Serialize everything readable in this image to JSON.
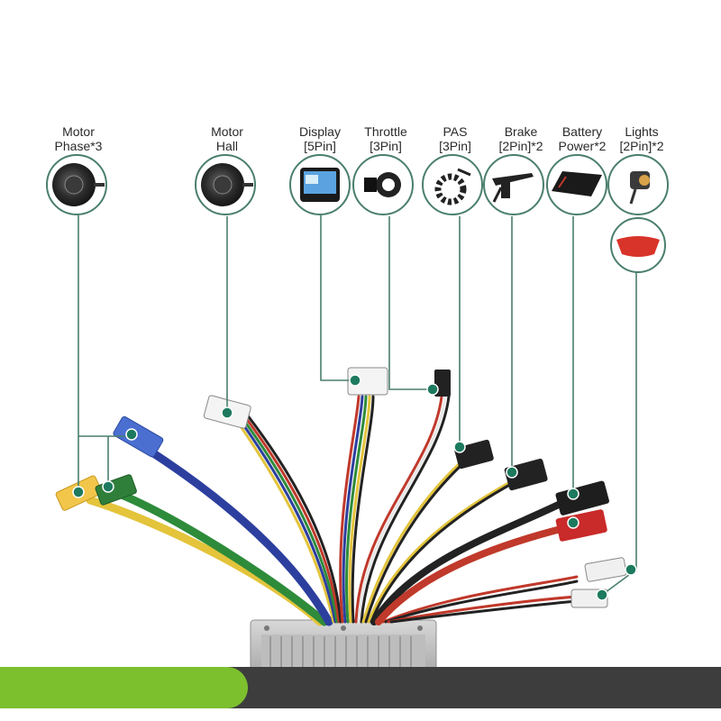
{
  "components": [
    {
      "id": "motor-phase",
      "line1": "Motor",
      "line2": "Phase*3",
      "icon": "hub-motor-icon"
    },
    {
      "id": "motor-hall",
      "line1": "Motor",
      "line2": "Hall",
      "icon": "hub-motor-icon"
    },
    {
      "id": "display",
      "line1": "Display",
      "line2": "[5Pin]",
      "icon": "lcd-display-icon"
    },
    {
      "id": "throttle",
      "line1": "Throttle",
      "line2": "[3Pin]",
      "icon": "thumb-throttle-icon"
    },
    {
      "id": "pas",
      "line1": "PAS",
      "line2": "[3Pin]",
      "icon": "pas-sensor-icon"
    },
    {
      "id": "brake",
      "line1": "Brake",
      "line2": "[2Pin]*2",
      "icon": "brake-lever-icon"
    },
    {
      "id": "battery",
      "line1": "Battery",
      "line2": "Power*2",
      "icon": "battery-pack-icon"
    },
    {
      "id": "lights",
      "line1": "Lights",
      "line2": "[2Pin]*2",
      "icon": "headlight-icon"
    }
  ],
  "extra_icons": [
    "tail-light-icon"
  ],
  "colors": {
    "leader_line": "#4a7f6c",
    "marker_dot": "#1d7a5e",
    "footer_green": "#7cc02e",
    "footer_dark": "#3d3d3d",
    "controller_body": "#c9c9c9"
  }
}
